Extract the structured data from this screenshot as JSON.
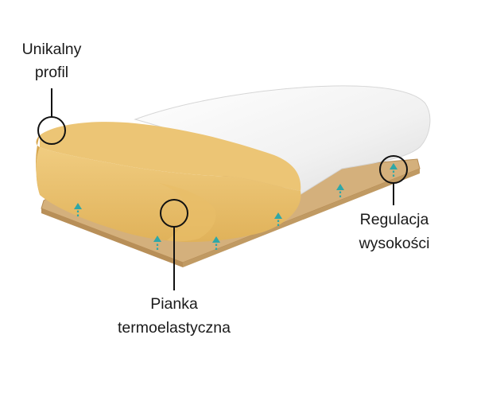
{
  "labels": {
    "profile": [
      "Unikalny",
      "profil"
    ],
    "foam": [
      "Pianka",
      "termoelastyczna"
    ],
    "height": [
      "Regulacja",
      "wysokości"
    ]
  },
  "colors": {
    "base_board": "#d2ad78",
    "base_board_edge": "#b88f58",
    "foam_top": "#ecc575",
    "foam_front": "#e2b45c",
    "cover": "#f3f3f3",
    "arrow": "#2fa7a7",
    "callout": "#111111"
  }
}
